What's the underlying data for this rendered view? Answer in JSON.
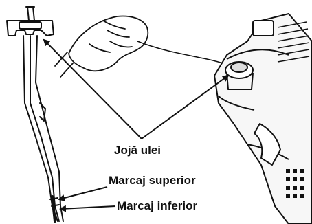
{
  "figure": {
    "labels": {
      "dipstick": "Jojă ulei",
      "upper_mark": "Marcaj superior",
      "lower_mark": "Marcaj inferior"
    },
    "colors": {
      "ink": "#111111",
      "background": "#ffffff",
      "engine_shade": "#f2f2f2"
    }
  }
}
